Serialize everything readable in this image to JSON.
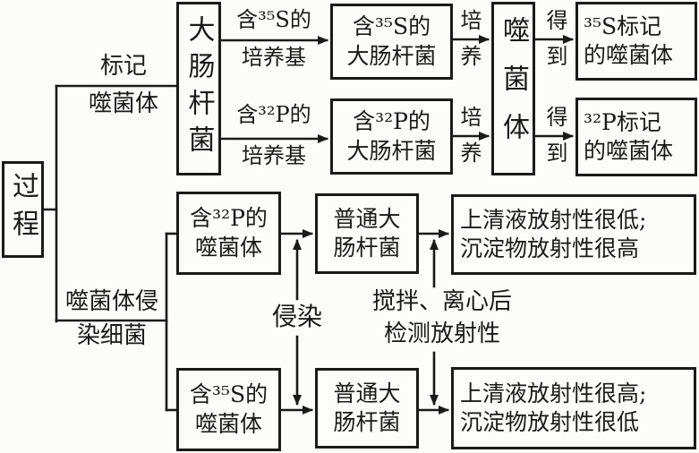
{
  "diagram_title_implicit": "噬菌体侵染细菌实验过程图解",
  "colors": {
    "ink": "#1a1a1a",
    "paper": "#fcfcfa"
  },
  "root": {
    "label": "过程"
  },
  "branch_top": {
    "line1": "标记",
    "line2": "噬菌体"
  },
  "branch_bottom": {
    "line1": "噬菌体侵",
    "line2": "染细菌"
  },
  "labeling": {
    "ecoli_source": "大肠杆菌",
    "medium_s": {
      "line1": "含³⁵S的",
      "line2": "培养基"
    },
    "medium_p": {
      "line1": "含³²P的",
      "line2": "培养基"
    },
    "ecoli_s": {
      "line1": "含³⁵S的",
      "line2": "大肠杆菌"
    },
    "ecoli_p": {
      "line1": "含³²P的",
      "line2": "大肠杆菌"
    },
    "culture_top": "培养",
    "culture_bottom": "培养",
    "phage": "噬菌体",
    "obtain_top": "得到",
    "obtain_bottom": "得到",
    "result_s": {
      "line1": "³⁵S标记",
      "line2": "的噬菌体"
    },
    "result_p": {
      "line1": "³²P标记",
      "line2": "的噬菌体"
    }
  },
  "infection": {
    "phage_p": {
      "line1": "含³²P的",
      "line2": "噬菌体"
    },
    "phage_s": {
      "line1": "含³⁵S的",
      "line2": "噬菌体"
    },
    "normal_ecoli_top": {
      "line1": "普通大",
      "line2": "肠杆菌"
    },
    "normal_ecoli_bottom": {
      "line1": "普通大",
      "line2": "肠杆菌"
    },
    "infect_label": "侵染",
    "detect_label": {
      "line1": "搅拌、离心后",
      "line2": "检测放射性"
    },
    "result_p": {
      "line1": "上清液放射性很低;",
      "line2": "沉淀物放射性很高"
    },
    "result_s": {
      "line1": "上清液放射性很高;",
      "line2": "沉淀物放射性很低"
    }
  }
}
